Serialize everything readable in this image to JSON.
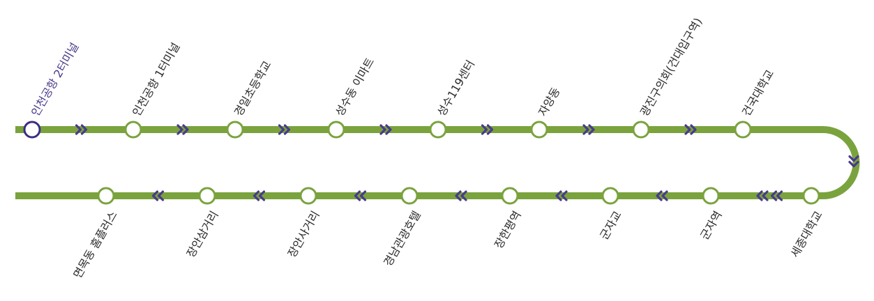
{
  "colors": {
    "line": "#7aa33e",
    "station_stroke": "#7aa33e",
    "current_stroke": "#3d2e82",
    "arrow": "#4a3a8c",
    "text": "#2b2b2b",
    "current_text": "#4a3a8c"
  },
  "stations_top": [
    {
      "name": "인천공항 2터미널",
      "current": true
    },
    {
      "name": "인천공항 1터미널",
      "current": false
    },
    {
      "name": "경일초등학교",
      "current": false
    },
    {
      "name": "성수동 이마트",
      "current": false
    },
    {
      "name": "성수119센터",
      "current": false
    },
    {
      "name": "자양동",
      "current": false
    },
    {
      "name": "광진구의회(건대입구역)",
      "current": false
    },
    {
      "name": "건국대학교",
      "current": false
    }
  ],
  "stations_bottom": [
    {
      "name": "면목동 홈플러스"
    },
    {
      "name": "장안삼거리"
    },
    {
      "name": "장안사거리"
    },
    {
      "name": "경남관광호텔"
    },
    {
      "name": "장한평역"
    },
    {
      "name": "군자교"
    },
    {
      "name": "군자역"
    },
    {
      "name": "세종대학교"
    }
  ],
  "icons": {
    "direction_arrow": "double-chevron-icon",
    "station_marker": "station-circle-icon"
  }
}
